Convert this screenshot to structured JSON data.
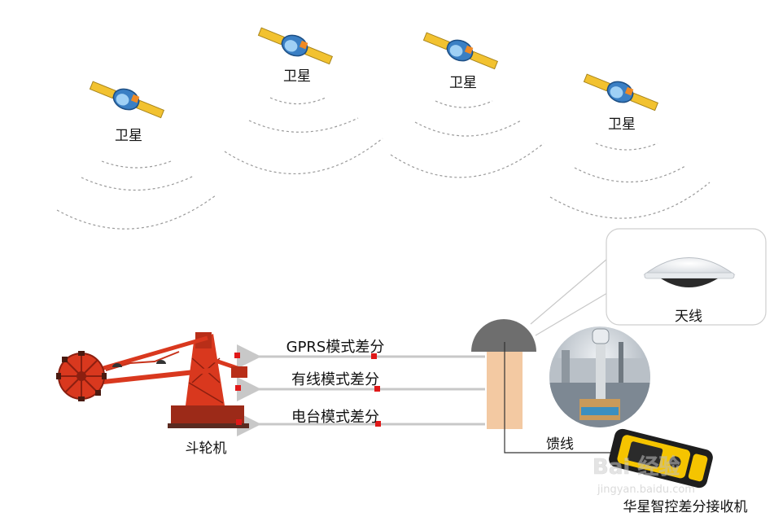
{
  "satellites": [
    {
      "label": "卫星"
    },
    {
      "label": "卫星"
    },
    {
      "label": "卫星"
    },
    {
      "label": "卫星"
    }
  ],
  "antenna": {
    "label": "天线"
  },
  "links": [
    {
      "label": "GPRS模式差分"
    },
    {
      "label": "有线模式差分"
    },
    {
      "label": "电台模式差分"
    }
  ],
  "machine": {
    "label": "斗轮机"
  },
  "feeder": {
    "label": "馈线"
  },
  "receiver": {
    "label": "华星智控差分接收机"
  },
  "watermark": {
    "logo": "Bai 经验",
    "url": "jingyan.baidu.com"
  },
  "colors": {
    "satellite_panel": "#f2c230",
    "satellite_body": "#3a7fc4",
    "machine": "#d9381e",
    "mast": "#f3c9a2",
    "dome": "#6e6e6e",
    "arrow": "#c8c8c8",
    "receiver": "#f5c400"
  }
}
